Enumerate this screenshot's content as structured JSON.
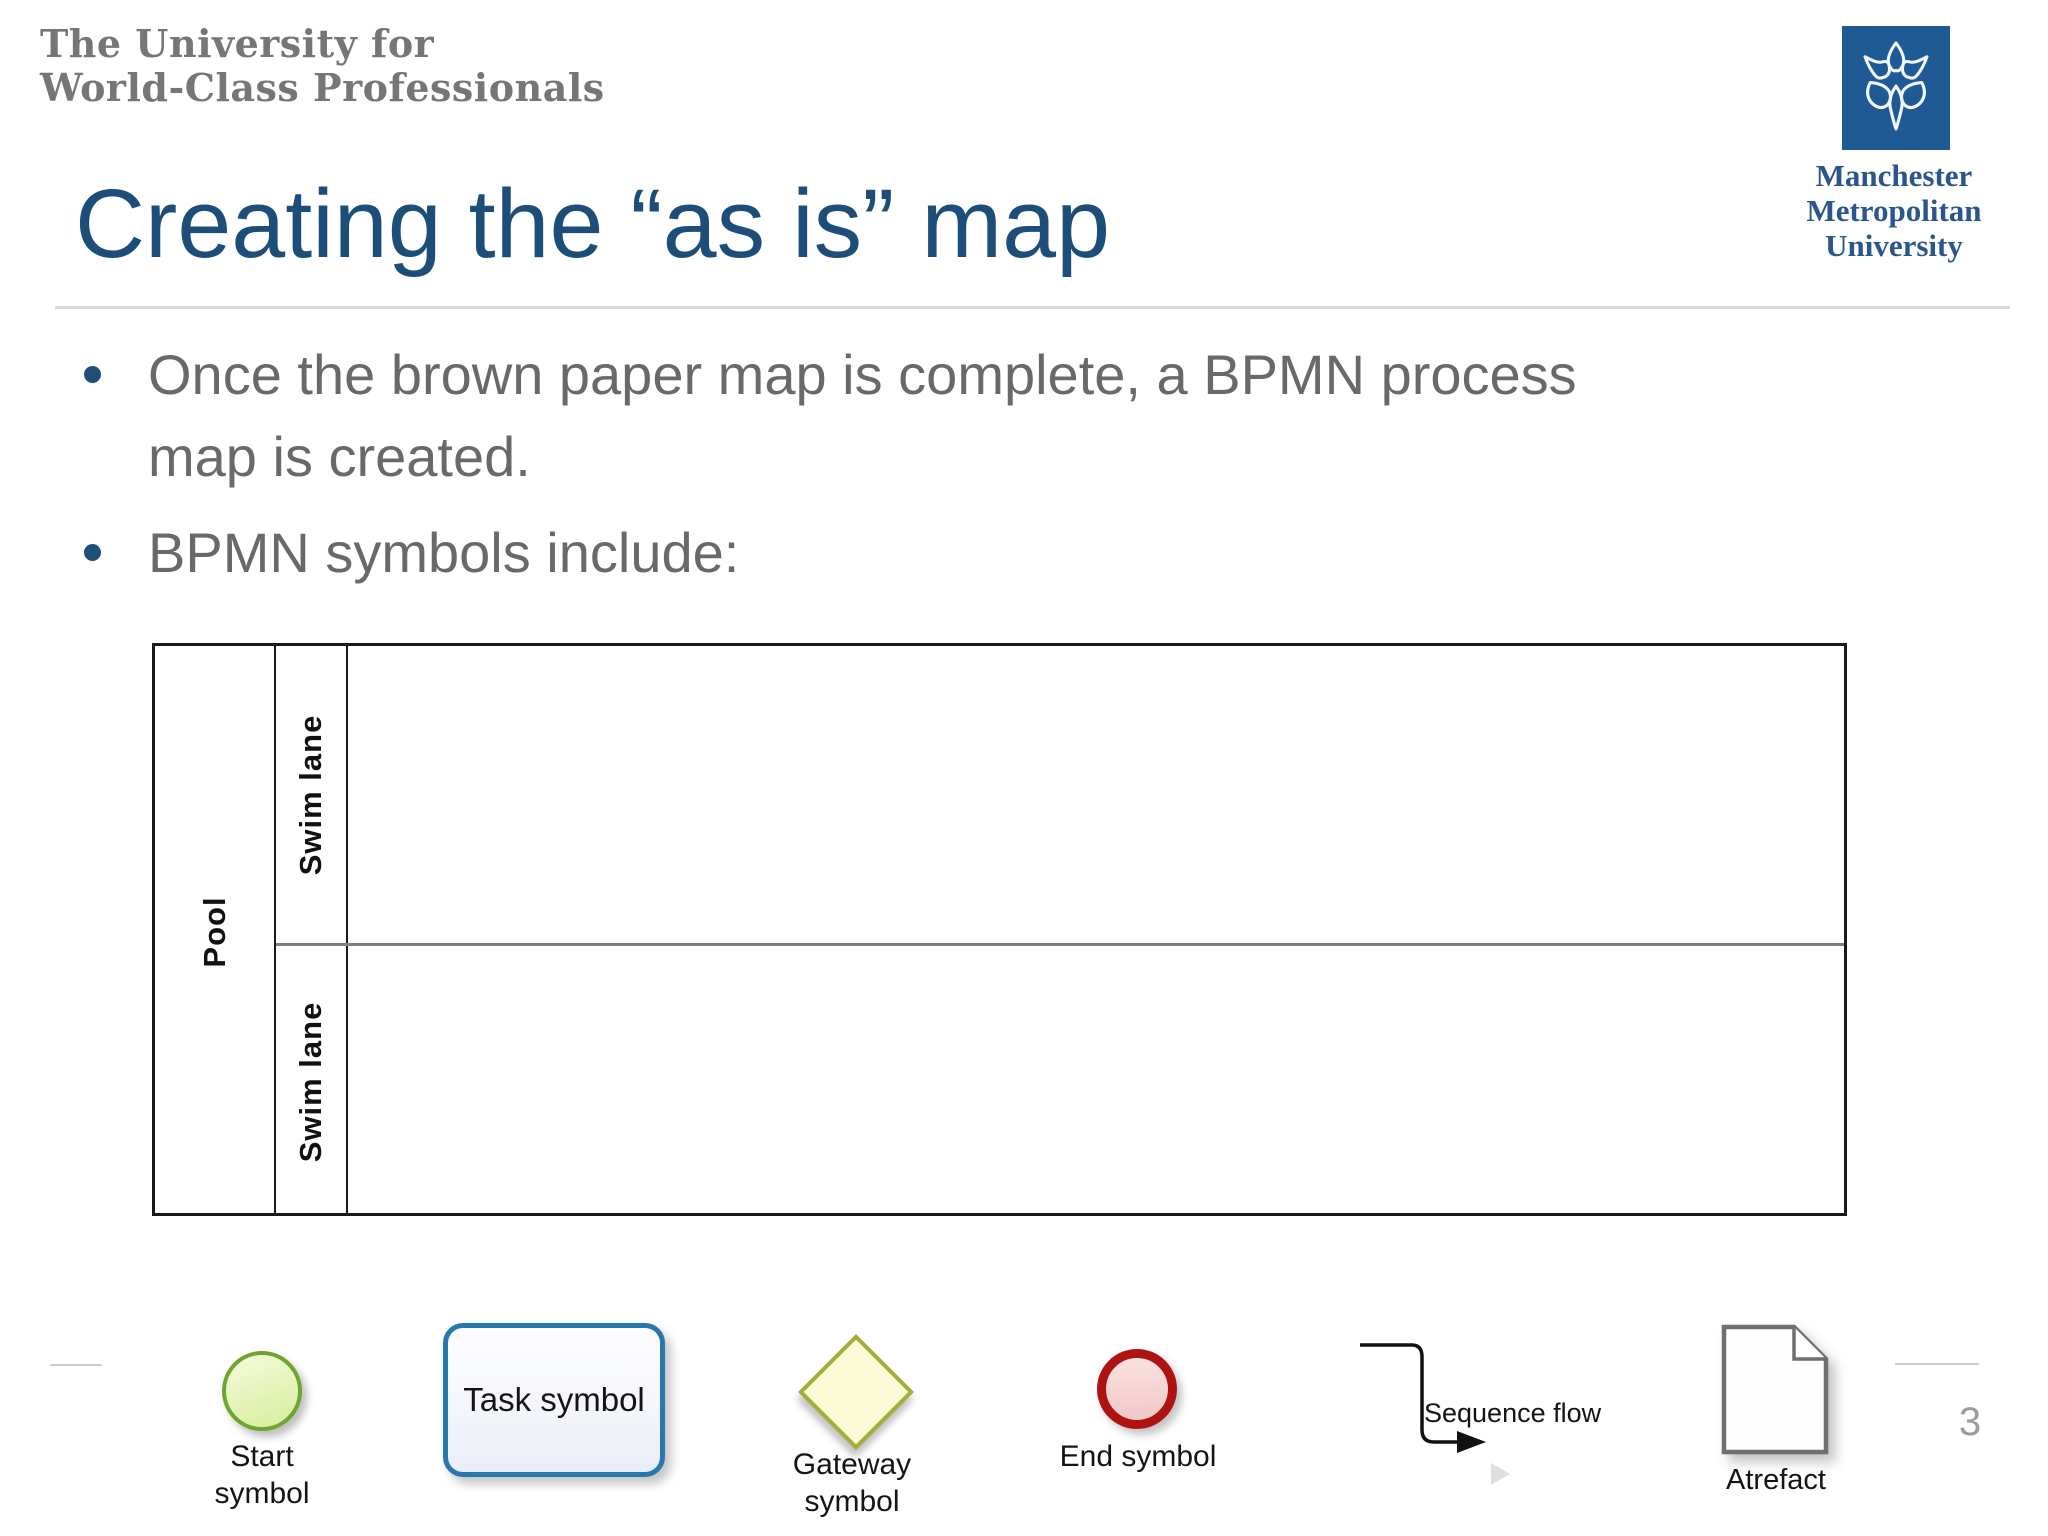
{
  "header": {
    "tagline_lines": [
      "The University for",
      "World-Class Professionals"
    ],
    "logo": {
      "lines": [
        "Manchester",
        "Metropolitan",
        "University"
      ],
      "square_color": "#1f5a94",
      "text_color": "#2a568c"
    }
  },
  "title": "Creating the “as is” map",
  "bullets": [
    {
      "lines": [
        "Once the brown paper map is complete, a BPMN process",
        "map is created."
      ]
    },
    {
      "lines": [
        "BPMN symbols include:"
      ]
    }
  ],
  "pool": {
    "pool_label": "Pool",
    "lanes": [
      {
        "label": "Swim lane"
      },
      {
        "label": "Swim lane"
      }
    ]
  },
  "symbols": {
    "start": {
      "label_lines": [
        "Start",
        "symbol"
      ],
      "fill": "#e3f2b4",
      "border": "#6fa42f"
    },
    "task": {
      "label": "Task symbol",
      "border": "#2878ae",
      "fill": "#f3f5fb"
    },
    "gateway": {
      "label_lines": [
        "Gateway",
        "symbol"
      ],
      "fill": "#fbfbd8",
      "border": "#a4ad39"
    },
    "end": {
      "label": "End symbol",
      "fill": "#f5d6d5",
      "border": "#ae1311"
    },
    "sequence_flow": {
      "label": "Sequence flow",
      "stroke": "#111111"
    },
    "artefact": {
      "label": "Atrefact",
      "border": "#6f6f6f"
    }
  },
  "page_number": "3",
  "colors": {
    "title_text": "#1d4e79",
    "body_text": "#696969",
    "tagline_text": "#767676",
    "bullet_dot": "#1f4e79",
    "pool_border": "#1a1a1a",
    "lane_divider": "#7f7f7f",
    "title_rule": "#d9d9d9",
    "faint_rule": "#cccccc",
    "page_number_text": "#9b9b9b"
  }
}
